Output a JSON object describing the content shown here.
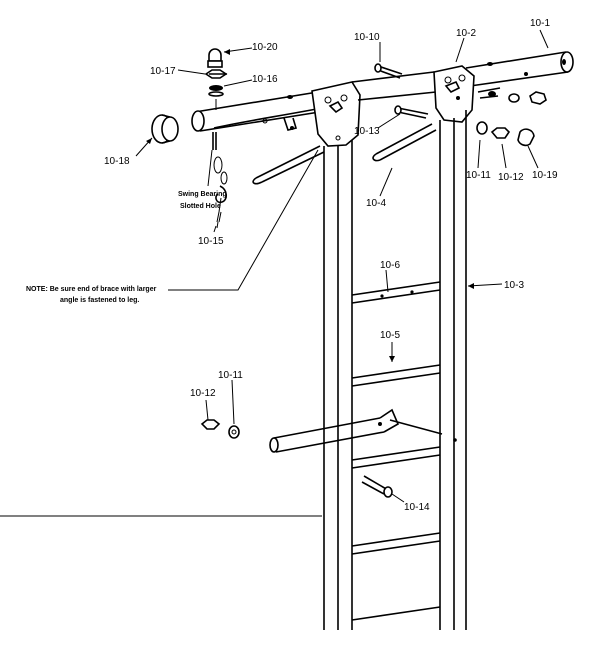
{
  "diagram": {
    "labels": {
      "p10_1": "10-1",
      "p10_2": "10-2",
      "p10_10": "10-10",
      "p10_20": "10-20",
      "p10_17": "10-17",
      "p10_16": "10-16",
      "p10_18": "10-18",
      "p10_15": "10-15",
      "p10_13": "10-13",
      "p10_4": "10-4",
      "p10_11_top": "10-11",
      "p10_12_top": "10-12",
      "p10_19": "10-19",
      "p10_6": "10-6",
      "p10_3": "10-3",
      "p10_5": "10-5",
      "p10_11_bottom": "10-11",
      "p10_12_bottom": "10-12",
      "p10_14": "10-14"
    },
    "callout_bearing_line1": "Swing Bearing",
    "callout_bearing_line2": "Slotted Hole",
    "note_line1": "NOTE: Be sure end of brace with larger",
    "note_line2": "angle is fastened to leg."
  }
}
